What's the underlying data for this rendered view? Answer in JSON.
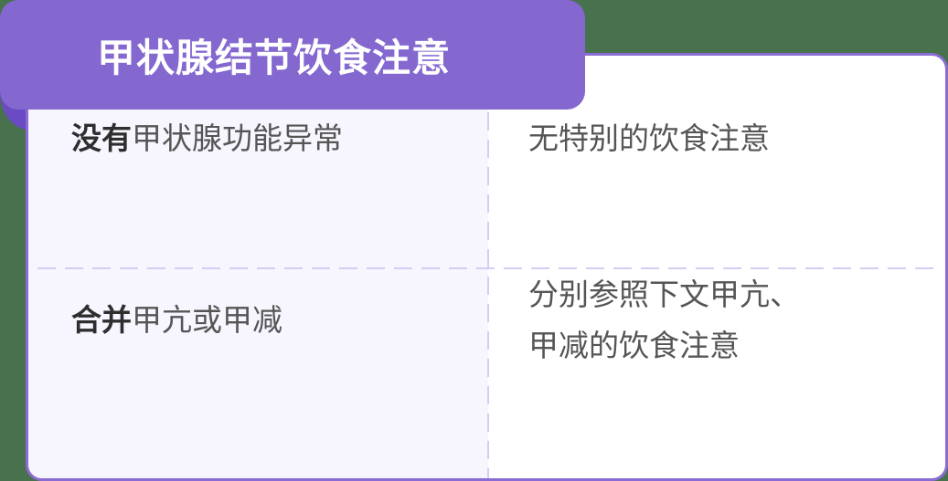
{
  "title": "甲状腺结节饮食注意",
  "rows": [
    {
      "condition_strong": "没有",
      "condition_rest": "甲状腺功能异常",
      "advice": "无特别的饮食注意"
    },
    {
      "condition_strong": "合并",
      "condition_rest": "甲亢或甲减",
      "advice_line1": "分别参照下文甲亢、",
      "advice_line2": "甲减的饮食注意"
    }
  ],
  "colors": {
    "accent": "#8468d0",
    "border": "#8a6cd4",
    "fold": "#6a4bc4",
    "left_column_bg": "#f7f5fe",
    "right_column_bg": "#ffffff",
    "divider": "#d6ccf2",
    "background": "#48724d"
  }
}
